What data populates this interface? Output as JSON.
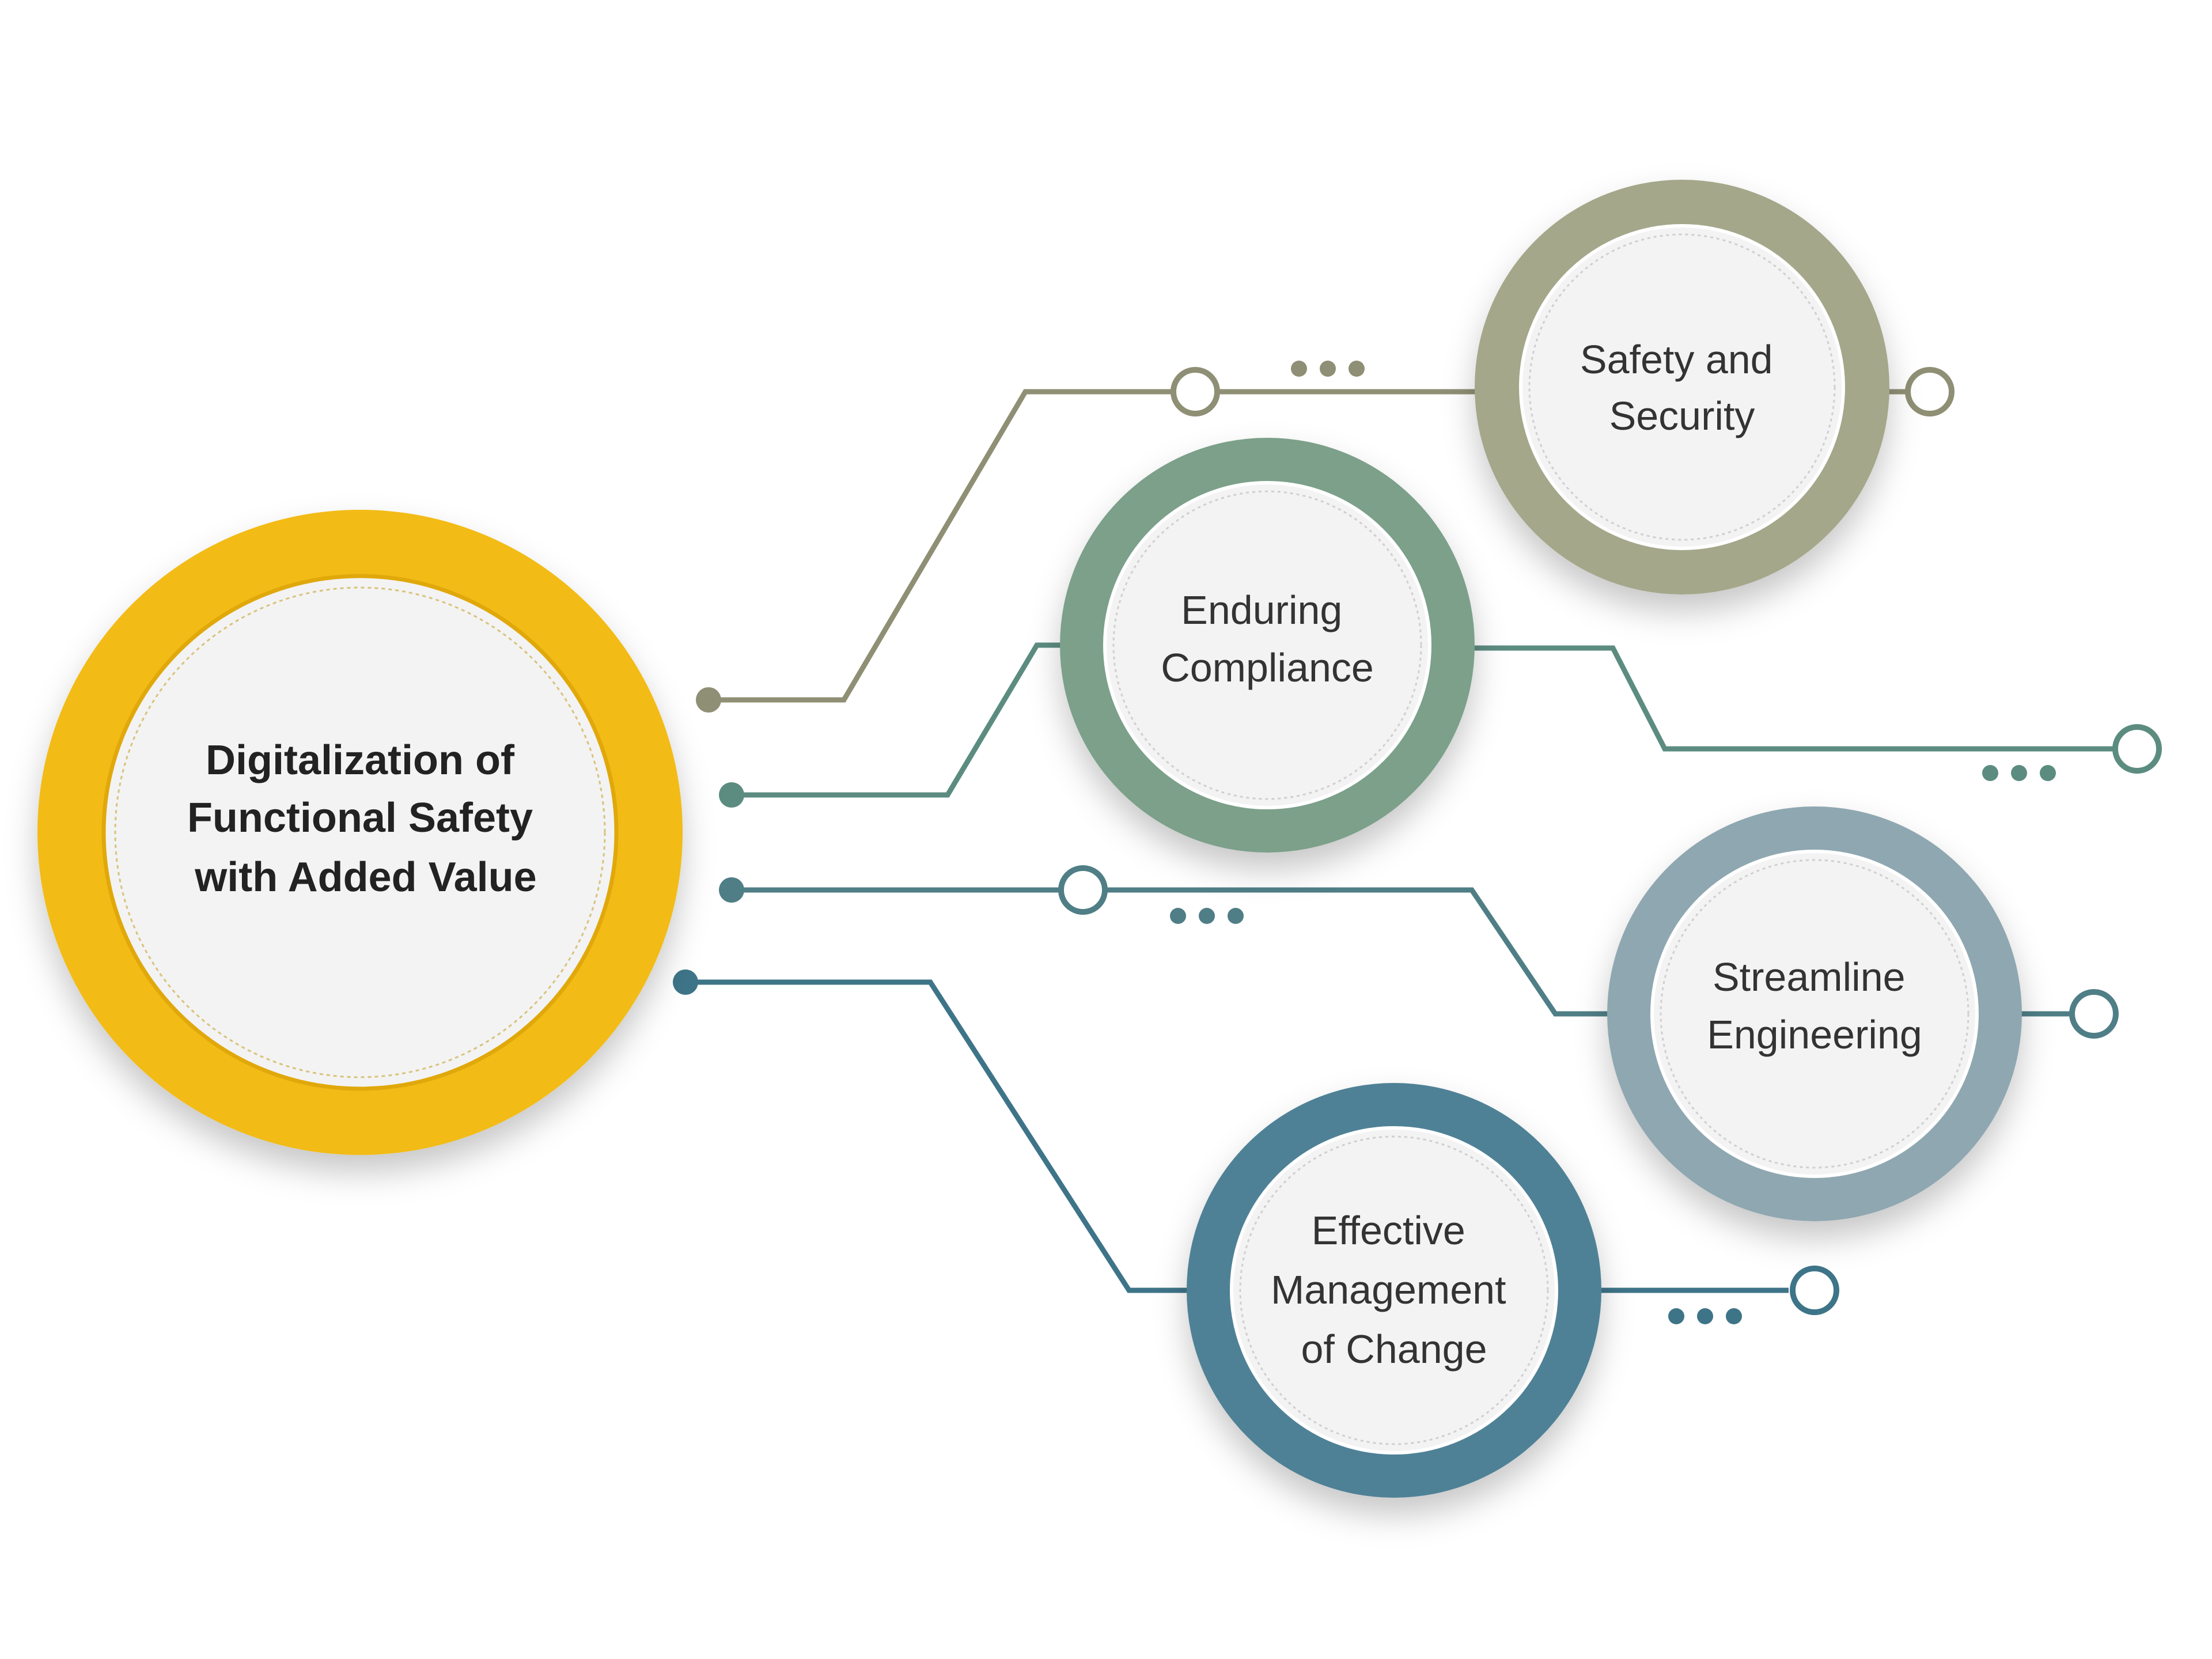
{
  "main": {
    "lines": [
      "Digitalization of",
      "Functional Safety",
      "with Added Value"
    ],
    "ring_color": "#F2BB13",
    "inner_border_color": "#E0A80A"
  },
  "nodes": [
    {
      "id": "safety-and-security",
      "lines": [
        "Safety and",
        "Security"
      ],
      "ring_color": "#A4A78A",
      "line_color": "#8F8F75"
    },
    {
      "id": "enduring-compliance",
      "lines": [
        "Enduring",
        "Compliance"
      ],
      "ring_color": "#7CA08A",
      "line_color": "#5C8C80"
    },
    {
      "id": "streamline-engineering",
      "lines": [
        "Streamline",
        "Engineering"
      ],
      "ring_color": "#8FA7B0",
      "line_color": "#4F7E86"
    },
    {
      "id": "effective-management-of-change",
      "lines": [
        "Effective",
        "Management",
        "of Change"
      ],
      "ring_color": "#4F8196",
      "line_color": "#3E7488"
    }
  ],
  "colors": {
    "inner_fill": "#F3F3F3",
    "background": "#FFFFFF"
  }
}
